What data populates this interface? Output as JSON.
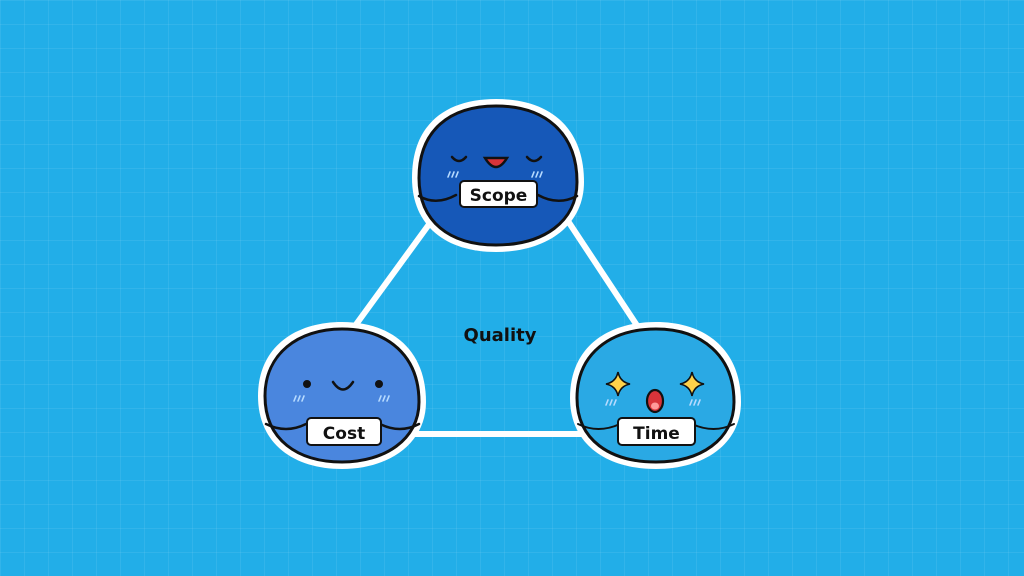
{
  "diagram": {
    "center_label": "Quality",
    "nodes": [
      {
        "id": "scope",
        "label": "Scope",
        "color": "#1658b8",
        "expression": "blissful"
      },
      {
        "id": "cost",
        "label": "Cost",
        "color": "#4a86de",
        "expression": "smiling"
      },
      {
        "id": "time",
        "label": "Time",
        "color": "#2aa9e4",
        "expression": "surprised-sparkle"
      }
    ],
    "edges": [
      {
        "from": "scope",
        "to": "cost"
      },
      {
        "from": "scope",
        "to": "time"
      },
      {
        "from": "cost",
        "to": "time"
      }
    ],
    "colors": {
      "background": "#22aee8",
      "outline": "#111111",
      "connector": "#ffffff",
      "blush": "#b7dbff",
      "sparkle": "#ffd24a",
      "mouth": "#d8343a"
    }
  }
}
